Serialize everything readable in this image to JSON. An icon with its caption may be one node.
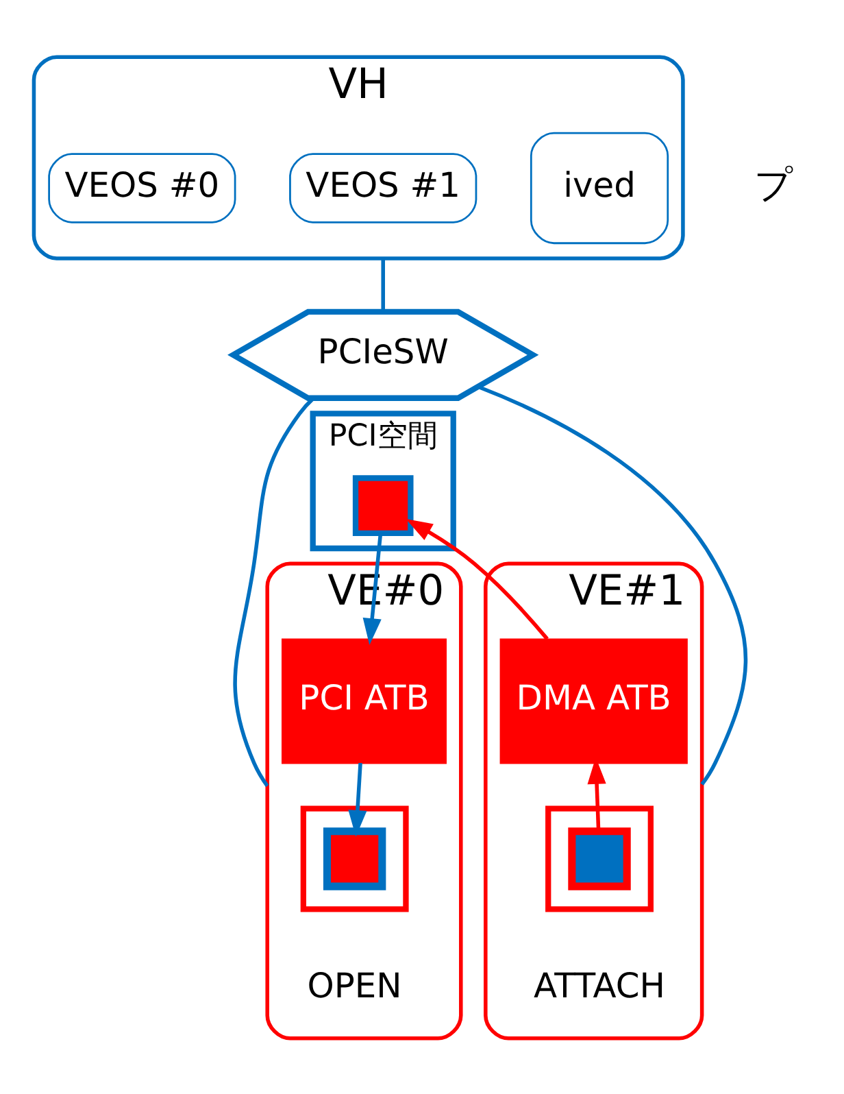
{
  "diagram": {
    "nodes": [
      {
        "text": [
          "VH"
        ]
      },
      {
        "text": [
          "VEOS #0"
        ],
        "in": 0
      },
      {
        "text": [
          "VEOS #1"
        ],
        "in": 0
      },
      {
        "text": [
          "ived"
        ],
        "in": 0
      },
      {
        "text": [
          "PCIeSW"
        ]
      },
      {
        "text": [
          "PCI空間"
        ]
      },
      {
        "text": [],
        "shape": "box",
        "in": 5
      },
      {
        "text": [
          "VE#0"
        ]
      },
      {
        "text": [
          "PCI ATB"
        ],
        "in": 7
      },
      {
        "text": [],
        "shape": "bar",
        "in": 7,
        "beside": [
          "OPEN"
        ]
      },
      {
        "text": [],
        "shape": "box",
        "in": 9
      },
      {
        "text": [
          "VE#1"
        ]
      },
      {
        "text": [
          "DMA ATB"
        ],
        "in": 11
      },
      {
        "text": [],
        "shape": "bar",
        "in": 11,
        "beside": [
          "ATTACH"
        ]
      },
      {
        "text": [],
        "shape": "box",
        "in": 13
      }
    ],
    "edges": [
      {
        "from": 0,
        "to": 4,
        "arrow": "none"
      },
      {
        "from": 4,
        "to": 7,
        "arrow": "none"
      },
      {
        "from": 4,
        "to": 11,
        "arrow": "none"
      },
      {
        "from": 6,
        "to": 8,
        "arrow": "to"
      },
      {
        "from": 8,
        "to": 10,
        "arrow": "to"
      },
      {
        "from": 14,
        "to": 12,
        "arrow": "to",
        "color": "#ff0000"
      },
      {
        "from": 12,
        "to": 6,
        "arrow": "to",
        "color": "#ff0000"
      }
    ],
    "labels": [
      "プ"
    ]
  }
}
